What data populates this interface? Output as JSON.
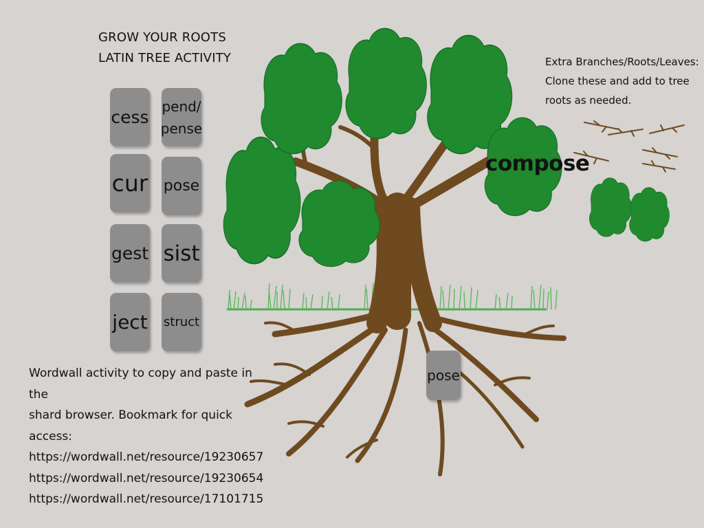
{
  "title": {
    "line1": "GROW YOUR ROOTS",
    "line2": "LATIN TREE ACTIVITY"
  },
  "tiles": {
    "cess": "cess",
    "pend_line1": "pend/",
    "pend_line2": "pense",
    "cur": "cur",
    "pose": "pose",
    "gest": "gest",
    "sist": "sist",
    "ject": "ject",
    "struct": "struct"
  },
  "placed_tile": "pose",
  "tree_word": "compose",
  "extras": {
    "line1": "Extra Branches/Roots/Leaves:",
    "line2": "Clone these and add to tree",
    "line3": "roots as needed."
  },
  "wordwall": {
    "line1": "Wordwall activity to copy and paste in the",
    "line2": "shard browser. Bookmark for quick",
    "line3": "access:",
    "link1": "https://wordwall.net/resource/19230657",
    "link2": "https://wordwall.net/resource/19230654",
    "link3": "https://wordwall.net/resource/17101715"
  },
  "colors": {
    "background": "#d6d3d1",
    "tile": "#8d8d8d",
    "trunk": "#6e4a1e",
    "leaves": "#1f8a2e",
    "grass": "#4caf50"
  }
}
